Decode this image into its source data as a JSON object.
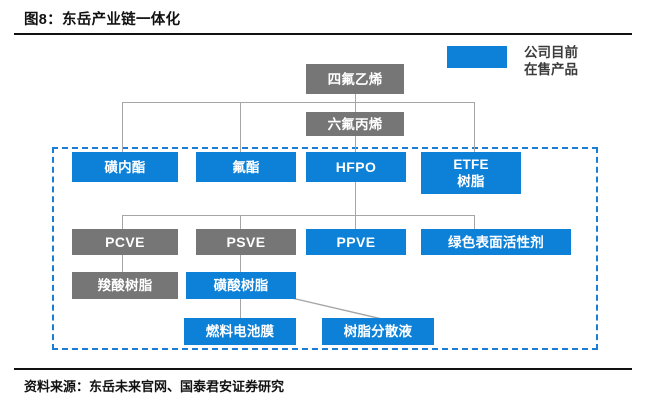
{
  "header": {
    "title": "图8：东岳产业链一体化"
  },
  "legend": {
    "label": "公司目前\n在售产品",
    "swatch_color": "#0d80d8"
  },
  "footer": {
    "source": "资料来源：东岳未来官网、国泰君安证券研究"
  },
  "diagram": {
    "colors": {
      "product_blue": "#0d80d8",
      "intermediate_gray": "#767676",
      "connector_gray": "#a6a6a6",
      "dashed_border": "#1a7fd4"
    },
    "nodes": {
      "tfe": "四氟乙烯",
      "hfp": "六氟丙烯",
      "sultone": "磺内酯",
      "fluoroester": "氟酯",
      "hfpo": "HFPO",
      "etfe_resin": "ETFE\n树脂",
      "pcve": "PCVE",
      "psve": "PSVE",
      "ppve": "PPVE",
      "green_surfactant": "绿色表面活性剂",
      "carboxylic_resin": "羧酸树脂",
      "sulfonic_resin": "磺酸树脂",
      "fuel_cell_membrane": "燃料电池膜",
      "resin_dispersion": "树脂分散液"
    }
  }
}
